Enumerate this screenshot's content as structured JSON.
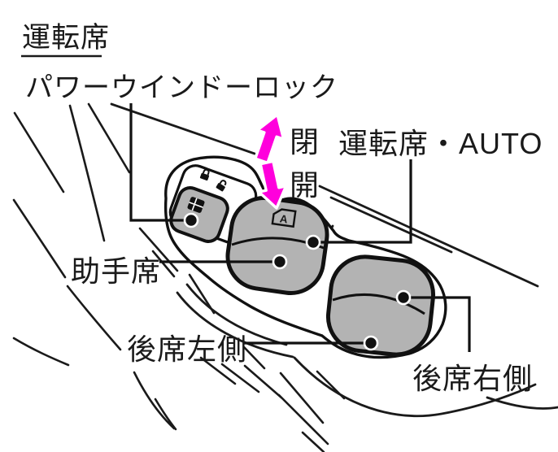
{
  "diagram": {
    "title": "運転席",
    "callouts": {
      "power_window_lock": "パワーウインドーロック",
      "driver_auto": "運転席・AUTO",
      "passenger": "助手席",
      "rear_left": "後席左側",
      "rear_right": "後席右側"
    },
    "arrow_labels": {
      "close": "閉",
      "open": "開"
    },
    "auto_icon_letter": "A",
    "colors": {
      "accent_magenta": "#FF00DC",
      "switch_gray": "#B3B3B3",
      "line_black": "#1A1A1A",
      "background": "#FFFFFF"
    },
    "icons": [
      "lock-closed-icon",
      "lock-open-icon",
      "window-lock-icon",
      "auto-window-icon",
      "close-arrow-up-icon",
      "open-arrow-down-icon"
    ]
  }
}
